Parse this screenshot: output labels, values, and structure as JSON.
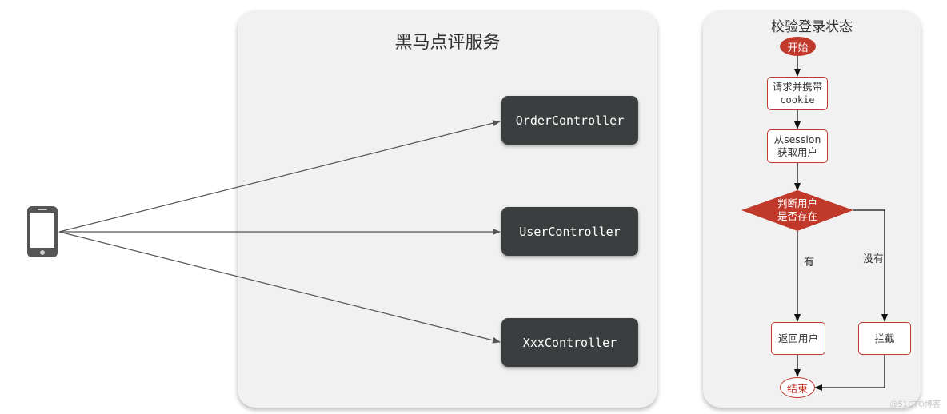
{
  "service_panel": {
    "title": "黑马点评服务",
    "controllers": [
      "OrderController",
      "UserController",
      "XxxController"
    ]
  },
  "flow_panel": {
    "title": "校验登录状态",
    "start": "开始",
    "step1": [
      "请求并携带",
      "cookie"
    ],
    "step2": [
      "从session",
      "获取用户"
    ],
    "decision": [
      "判断用户",
      "是否存在"
    ],
    "yes_label": "有",
    "no_label": "没有",
    "return_user": "返回用户",
    "intercept": "拦截",
    "end": "结束"
  },
  "client": {
    "icon": "smartphone-icon"
  },
  "colors": {
    "flow_red": "#c0392b",
    "controller_bg": "#3b3e3f",
    "panel_bg": "#f1f1f1"
  },
  "watermark": "@51CTO博客"
}
